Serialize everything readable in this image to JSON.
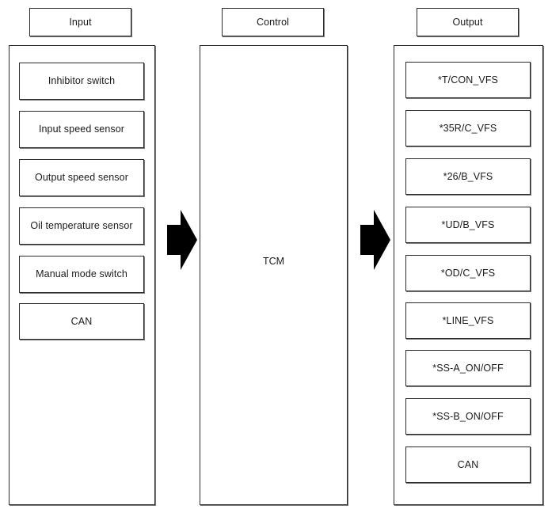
{
  "diagram": {
    "type": "block-diagram",
    "title_columns": [
      {
        "id": "input",
        "label": "Input"
      },
      {
        "id": "control",
        "label": "Control"
      },
      {
        "id": "output",
        "label": "Output"
      }
    ],
    "colors": {
      "background": "#ffffff",
      "box_border": "#2b2b2b",
      "box_shadow": "#767676",
      "text": "#1a1a1a",
      "arrow_fill": "#000000"
    },
    "input": {
      "header": "Input",
      "items": [
        {
          "label": "Inhibitor switch"
        },
        {
          "label": "Input speed sensor"
        },
        {
          "label": "Output speed sensor"
        },
        {
          "label": "Oil temperature sensor"
        },
        {
          "label": "Manual mode switch"
        },
        {
          "label": "CAN"
        }
      ]
    },
    "control": {
      "header": "Control",
      "items": [
        {
          "label": "TCM"
        }
      ]
    },
    "output": {
      "header": "Output",
      "items": [
        {
          "label": "*T/CON_VFS"
        },
        {
          "label": "*35R/C_VFS"
        },
        {
          "label": "*26/B_VFS"
        },
        {
          "label": "*UD/B_VFS"
        },
        {
          "label": "*OD/C_VFS"
        },
        {
          "label": "*LINE_VFS"
        },
        {
          "label": "*SS-A_ON/OFF"
        },
        {
          "label": "*SS-B_ON/OFF"
        },
        {
          "label": "CAN"
        }
      ]
    },
    "arrows": [
      {
        "id": "input-to-control",
        "direction": "right"
      },
      {
        "id": "control-to-output",
        "direction": "right"
      }
    ]
  }
}
